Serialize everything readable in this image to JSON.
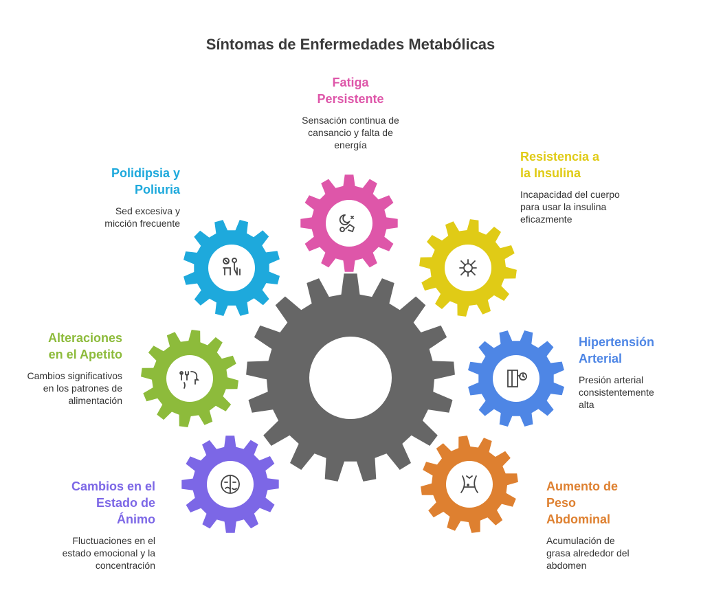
{
  "title": "Síntomas de Enfermedades Metabólicas",
  "colors": {
    "center": "#666666",
    "pink": "#DE56A9",
    "yellow": "#E0CB16",
    "blue": "#4E86E5",
    "orange": "#DE8030",
    "purple": "#7C67E6",
    "green": "#8DBB3B",
    "cyan": "#1EA9DC"
  },
  "symptoms": [
    {
      "key": "fatiga",
      "title": "Fatiga Persistente",
      "desc": "Sensación continua de cansancio y falta de energía",
      "color": "#DE56A9",
      "icon": "sleep-fatigue-icon"
    },
    {
      "key": "resistencia",
      "title": "Resistencia a la Insulina",
      "desc": "Incapacidad del cuerpo para usar la insulina eficazmente",
      "color": "#E0CB16",
      "icon": "cell-virus-icon"
    },
    {
      "key": "hipertension",
      "title": "Hipertensión Arterial",
      "desc": "Presión arterial consistentemente alta",
      "color": "#4E86E5",
      "icon": "blood-pressure-icon"
    },
    {
      "key": "aumento",
      "title": "Aumento de Peso Abdominal",
      "desc": "Acumulación de grasa alrededor del abdomen",
      "color": "#DE8030",
      "icon": "waist-icon"
    },
    {
      "key": "animo",
      "title": "Cambios en el Estado de Ánimo",
      "desc": "Fluctuaciones en el estado emocional y la concentración",
      "color": "#7C67E6",
      "icon": "mood-face-icon"
    },
    {
      "key": "apetito",
      "title": "Alteraciones en el Apetito",
      "desc": "Cambios significativos en los patrones de alimentación",
      "color": "#8DBB3B",
      "icon": "fork-head-icon"
    },
    {
      "key": "polidipsia",
      "title": "Polidipsia y Poliuria",
      "desc": "Sed excesiva y micción frecuente",
      "color": "#1EA9DC",
      "icon": "thirst-toilet-icon"
    }
  ]
}
